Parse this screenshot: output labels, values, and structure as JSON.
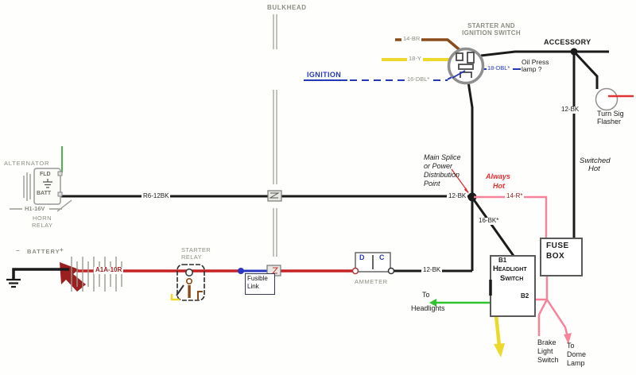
{
  "colors": {
    "black": "#1b1b1b",
    "red": "#c52222",
    "darkred": "#9b1f1f",
    "brown": "#8a4a1a",
    "yellow": "#ecd92c",
    "blue": "#2438b8",
    "pink": "#f5849a",
    "green": "#2ec32e",
    "fusible": "#2a35c0",
    "flasherred": "#e23333",
    "alwayshot": "#e03030",
    "gray_label": "#8d8d82"
  },
  "top": {
    "bulkhead": "BULKHEAD",
    "switch_title_line1": "STARTER AND",
    "switch_title_line2": "IGNITION SWITCH",
    "accessory": "ACCESSORY",
    "wire_14br": "14-BR",
    "wire_18y": "18-Y",
    "ignition": "IGNITION",
    "wire_16dbl": "16-DBL*",
    "wire_18dbl": "18-DBL*",
    "oil_press_line1": "Oil Press",
    "oil_press_line2": "lamp ?"
  },
  "right": {
    "wire_12bk": "12-BK",
    "turn_sig_line1": "Turn Sig",
    "turn_sig_line2": "Flasher",
    "switched_hot_line1": "Switched",
    "switched_hot_line2": "Hot"
  },
  "splice": {
    "note_line1": "Main Splice",
    "note_line2": "or Power",
    "note_line3": "Distribution",
    "note_line4": "Point",
    "always_hot_line1": "Always",
    "always_hot_line2": "Hot",
    "wire_12bk": "12-BK",
    "wire_14r": "14-R*",
    "wire_16bk": "16-BK*"
  },
  "left": {
    "alternator": "ALTERNATOR",
    "fld": "FLD",
    "batt": "BATT",
    "h1_16v": "H1-16V",
    "horn": "HORN",
    "relay": "RELAY",
    "wire_r6_12bk": "R6-12BK",
    "minus": "−",
    "battery": "BATTERY",
    "plus": "+",
    "wire_a1a_10r": "A1A-10R"
  },
  "bottom": {
    "starter": "STARTER",
    "relay": "RELAY",
    "fusible_line1": "Fusible",
    "fusible_line2": "Link",
    "ammeter": "AMMETER",
    "ammeter_d": "D",
    "ammeter_c": "C",
    "wire_12bk": "12-BK",
    "to_headlights_line1": "To",
    "to_headlights_line2": "Headlights",
    "headlight_b1": "B1",
    "headlight_line1": "Headlight",
    "headlight_line2": "Switch",
    "headlight_b2": "B2",
    "fuse_line1": "FUSE",
    "fuse_line2": "BOX",
    "brake_line1": "Brake",
    "brake_line2": "Light",
    "brake_line3": "Switch",
    "dome_line1": "To",
    "dome_line2": "Dome",
    "dome_line3": "Lamp"
  }
}
